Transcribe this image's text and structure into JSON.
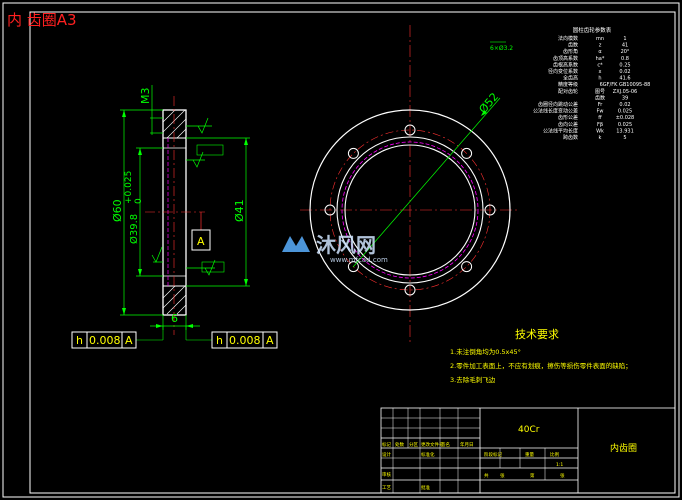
{
  "drawing": {
    "title": "内 齿圈A3",
    "watermark": {
      "brand": "沐风网",
      "url": "www.mfcad.com"
    }
  },
  "param_table": {
    "header": "圆柱齿轮参数表",
    "rows": [
      {
        "name": "法向模数",
        "sym": "mn",
        "val": "1"
      },
      {
        "name": "齿数",
        "sym": "z",
        "val": "41"
      },
      {
        "name": "齿形角",
        "sym": "α",
        "val": "20°"
      },
      {
        "name": "齿顶高系数",
        "sym": "ha*",
        "val": "0.8"
      },
      {
        "name": "齿根高系数",
        "sym": "c*",
        "val": "0.25"
      },
      {
        "name": "径向变位系数",
        "sym": "x",
        "val": "0.02"
      },
      {
        "name": "全齿高",
        "sym": "h",
        "val": "41.6"
      },
      {
        "name": "精度等级",
        "sym": "",
        "val": "6GF/FK GB10095-88"
      },
      {
        "name": "配对齿轮",
        "sym": "图号",
        "val": "ZXJ.05-06"
      },
      {
        "name": "",
        "sym": "齿数",
        "val": "39"
      },
      {
        "name": "齿圈径向跳动公差",
        "sym": "Fr",
        "val": "0.02"
      },
      {
        "name": "公法线长度变动公差",
        "sym": "Fw",
        "val": "0.025"
      },
      {
        "name": "齿形公差",
        "sym": "ff",
        "val": "±0.028"
      },
      {
        "name": "齿向公差",
        "sym": "Fβ",
        "val": "0.025"
      },
      {
        "name": "公法线平均长度",
        "sym": "Wk",
        "val": "13.931"
      },
      {
        "name": "跨齿数",
        "sym": "k",
        "val": "5"
      }
    ]
  },
  "dimensions": {
    "m3": "M3",
    "od": "Ø60",
    "bore": "Ø39.8",
    "tol_upper": "+0.025",
    "tol_lower": "0",
    "inner": "Ø41",
    "width": "6",
    "pcd": "Ø52",
    "datum": "A",
    "callout_hole": "6×Ø3.2"
  },
  "tolerance_frames": [
    {
      "sym": "h",
      "val": "0.008",
      "datum": "A"
    },
    {
      "sym": "h",
      "val": "0.008",
      "datum": "A"
    }
  ],
  "tech_req": {
    "title": "技术要求",
    "items": [
      "1.未注倒角均为0.5x45°",
      "2.零件加工表面上，不应有划痕，擦伤等损伤零件表面的缺陷；",
      "3.去除毛刺飞边"
    ]
  },
  "title_block": {
    "material": "40Cr",
    "part_name": "内齿圈",
    "labels_row1": [
      "标记",
      "处数",
      "分区",
      "更改文件号",
      "签名",
      "年月日"
    ],
    "labels_row2": [
      "设计",
      "",
      "标准化",
      "",
      "阶段标记",
      "重量",
      "比例"
    ],
    "labels_row3": [
      "审核",
      "",
      "",
      "",
      "",
      "",
      "1:1"
    ],
    "labels_row4": [
      "工艺",
      "",
      "批准",
      "",
      "共",
      "张",
      "第",
      "张"
    ]
  },
  "colors": {
    "background": "#000000",
    "outline": "#ffffff",
    "dimension": "#00ff00",
    "center": "#ff3030",
    "hidden": "#ff00ff",
    "text_yellow": "#ffff00",
    "title_red": "#ff2020",
    "cyan": "#00ffff"
  }
}
